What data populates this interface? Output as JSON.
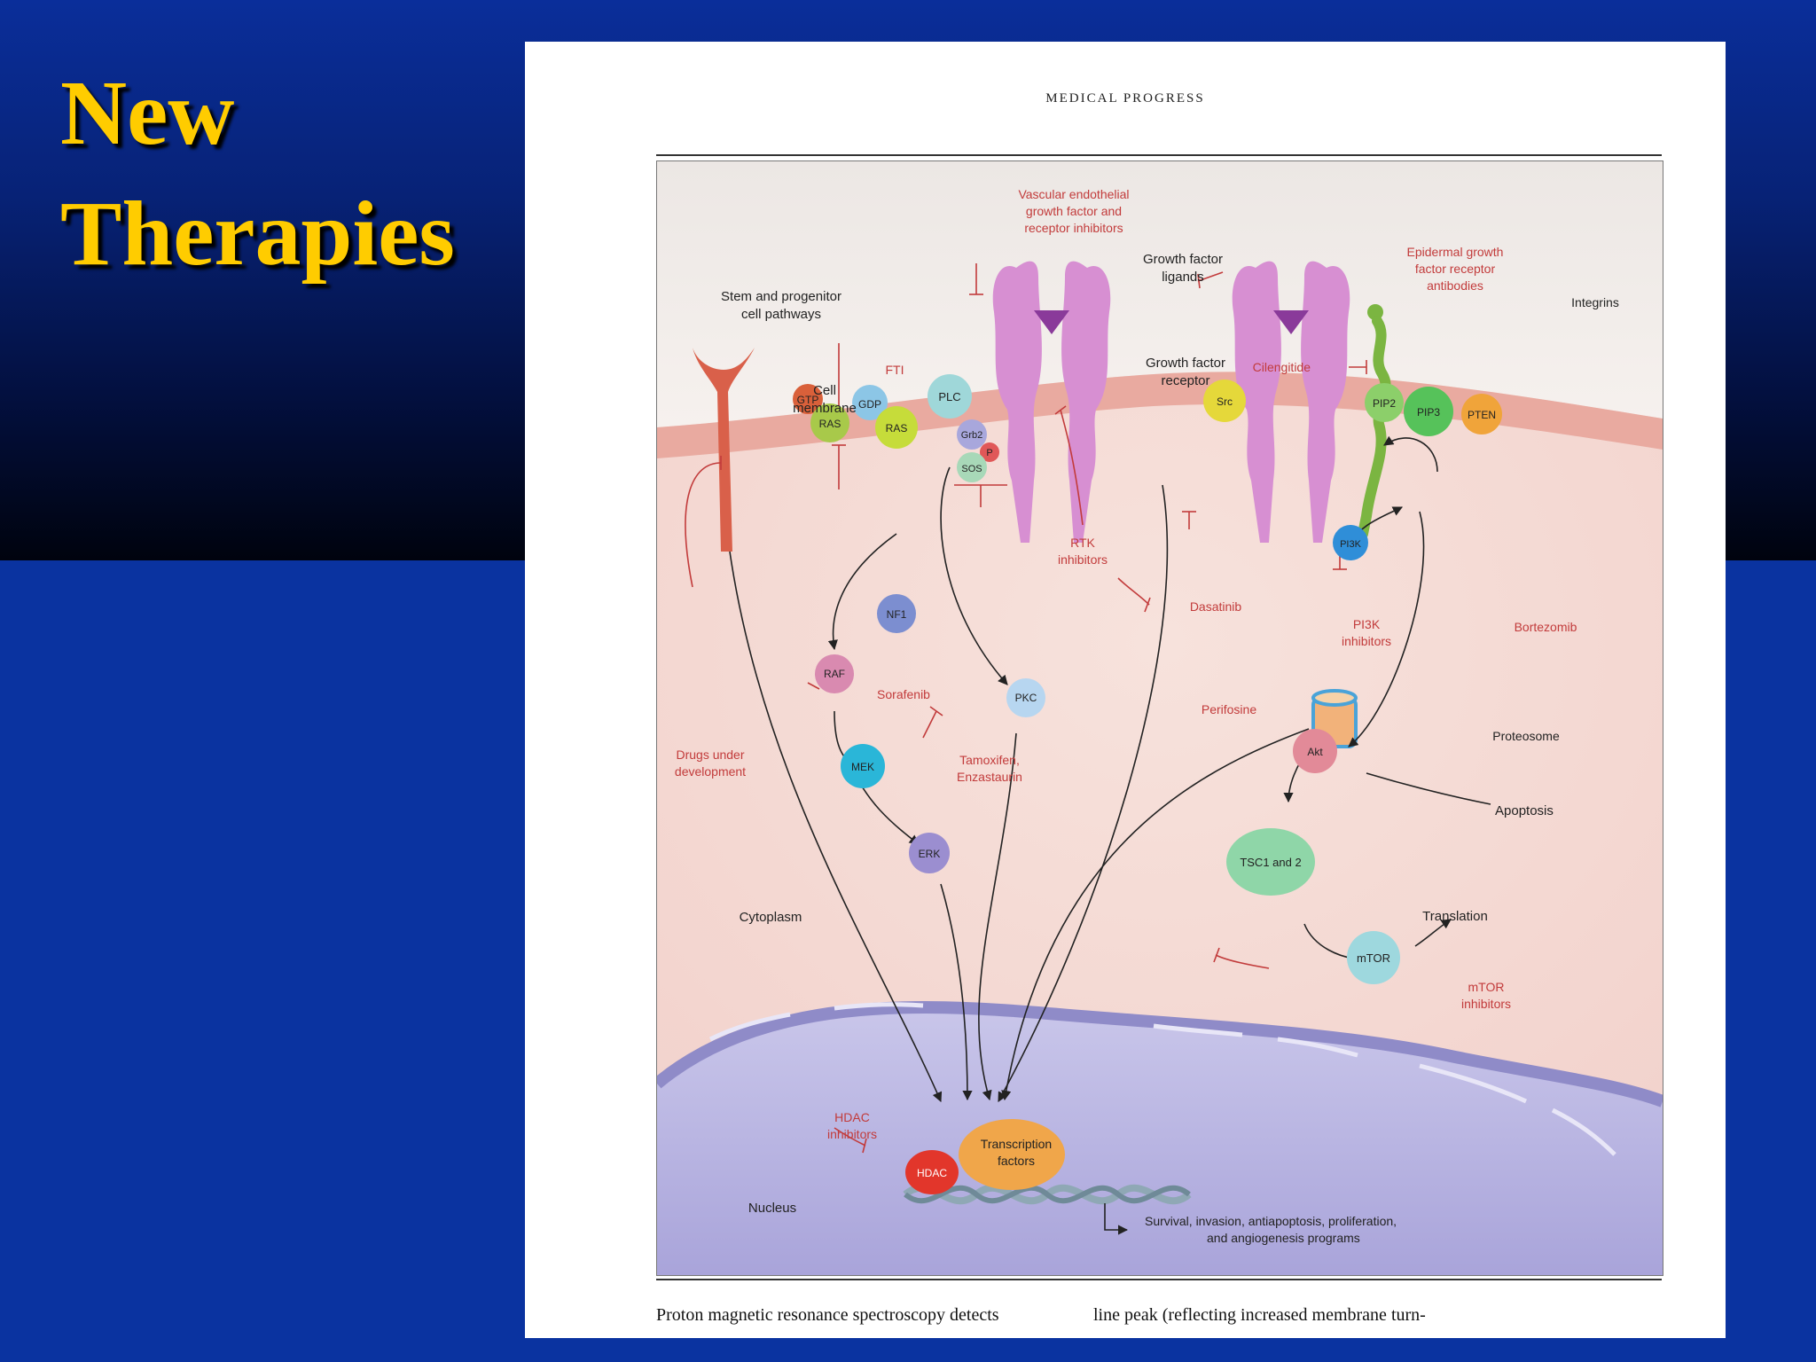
{
  "slide": {
    "title_line1": "New",
    "title_line2": "Therapies",
    "title_color": "#ffcc00",
    "background_color": "#0a33a0"
  },
  "paper": {
    "running_head": "MEDICAL PROGRESS",
    "body_left": "Proton magnetic resonance spectroscopy detects",
    "body_right": "line peak (reflecting increased membrane turn-"
  },
  "figure": {
    "labels": {
      "vegf_inhibitors_1": "Vascular endothelial",
      "vegf_inhibitors_2": "growth factor and",
      "vegf_inhibitors_3": "receptor inhibitors",
      "growth_factor_ligands_1": "Growth factor",
      "growth_factor_ligands_2": "ligands",
      "egfr_antibodies_1": "Epidermal growth",
      "egfr_antibodies_2": "factor receptor",
      "egfr_antibodies_3": "antibodies",
      "integrins": "Integrins",
      "stem_pathways_1": "Stem and progenitor",
      "stem_pathways_2": "cell pathways",
      "fti": "FTI",
      "cell_membrane_1": "Cell",
      "cell_membrane_2": "membrane",
      "growth_factor_receptor_1": "Growth factor",
      "growth_factor_receptor_2": "receptor",
      "cilengitide": "Cilengitide",
      "gtp": "GTP",
      "gdp": "GDP",
      "ras_1": "RAS",
      "ras_2": "RAS",
      "plc": "PLC",
      "src": "Src",
      "pip2": "PIP2",
      "pip3": "PIP3",
      "pten": "PTEN",
      "grb2": "Grb2",
      "p": "P",
      "sos": "SOS",
      "pi3k": "PI3K",
      "nf1": "NF1",
      "rtk_inhibitors_1": "RTK",
      "rtk_inhibitors_2": "inhibitors",
      "dasatinib": "Dasatinib",
      "pi3k_inhibitors_1": "PI3K",
      "pi3k_inhibitors_2": "inhibitors",
      "bortezomib": "Bortezomib",
      "raf": "RAF",
      "sorafenib": "Sorafenib",
      "pkc": "PKC",
      "drugs_dev_1": "Drugs under",
      "drugs_dev_2": "development",
      "perifosine": "Perifosine",
      "proteosome": "Proteosome",
      "akt": "Akt",
      "mek": "MEK",
      "tamoxifen_1": "Tamoxifen,",
      "tamoxifen_2": "Enzastaurin",
      "apoptosis": "Apoptosis",
      "erk": "ERK",
      "tsc": "TSC1 and 2",
      "cytoplasm": "Cytoplasm",
      "translation": "Translation",
      "mtor": "mTOR",
      "mtor_inhibitors_1": "mTOR",
      "mtor_inhibitors_2": "inhibitors",
      "hdac_inhibitors_1": "HDAC",
      "hdac_inhibitors_2": "inhibitors",
      "transcription_1": "Transcription",
      "transcription_2": "factors",
      "hdac": "HDAC",
      "nucleus": "Nucleus",
      "programs_1": "Survival, invasion, antiapoptosis, proliferation,",
      "programs_2": "and angiogenesis programs"
    }
  }
}
